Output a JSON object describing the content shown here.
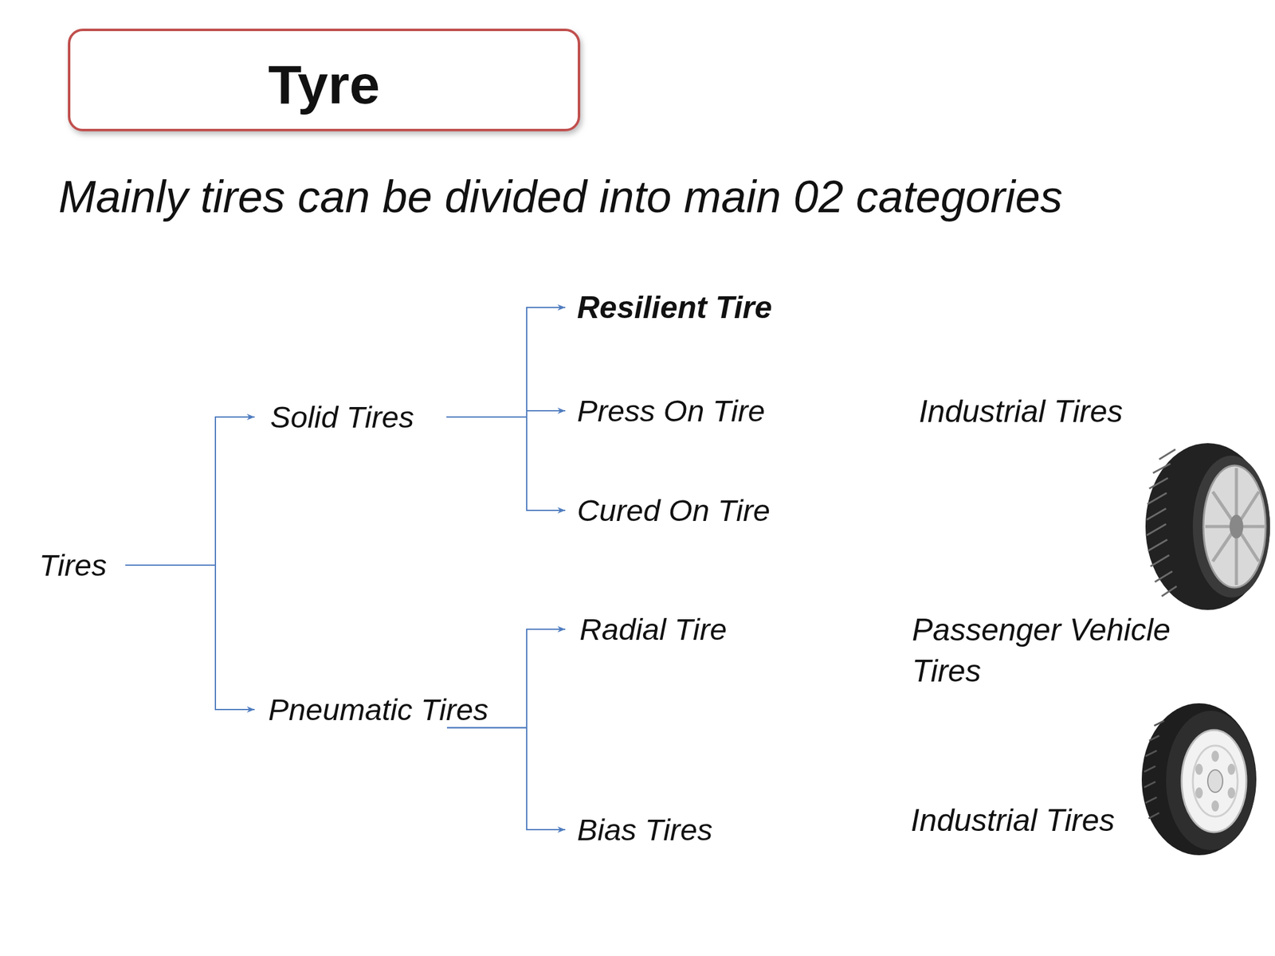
{
  "diagram": {
    "title": "Tyre",
    "nodes": [
      {
        "text": [
          "Tires"
        ]
      },
      {
        "text": [
          "Solid Tires"
        ]
      },
      {
        "text": [
          "Resilient Tire"
        ]
      },
      {
        "text": [
          "Press On Tire"
        ]
      },
      {
        "text": [
          "Cured On Tire"
        ]
      },
      {
        "text": [
          "Pneumatic Tires"
        ]
      },
      {
        "text": [
          "Radial Tire"
        ]
      },
      {
        "text": [
          "Bias Tires"
        ]
      }
    ],
    "edges": [
      {
        "from": 0,
        "to": 1,
        "arrow": "to"
      },
      {
        "from": 0,
        "to": 5,
        "arrow": "to"
      },
      {
        "from": 1,
        "to": 2,
        "arrow": "to"
      },
      {
        "from": 1,
        "to": 3,
        "arrow": "to"
      },
      {
        "from": 1,
        "to": 4,
        "arrow": "to"
      },
      {
        "from": 5,
        "to": 6,
        "arrow": "to"
      },
      {
        "from": 5,
        "to": 7,
        "arrow": "to"
      }
    ],
    "labels": [
      "Mainly tires can be divided into main 02 categories",
      "Industrial Tires",
      "Passenger Vehicle Tires",
      "Industrial Tires"
    ]
  }
}
